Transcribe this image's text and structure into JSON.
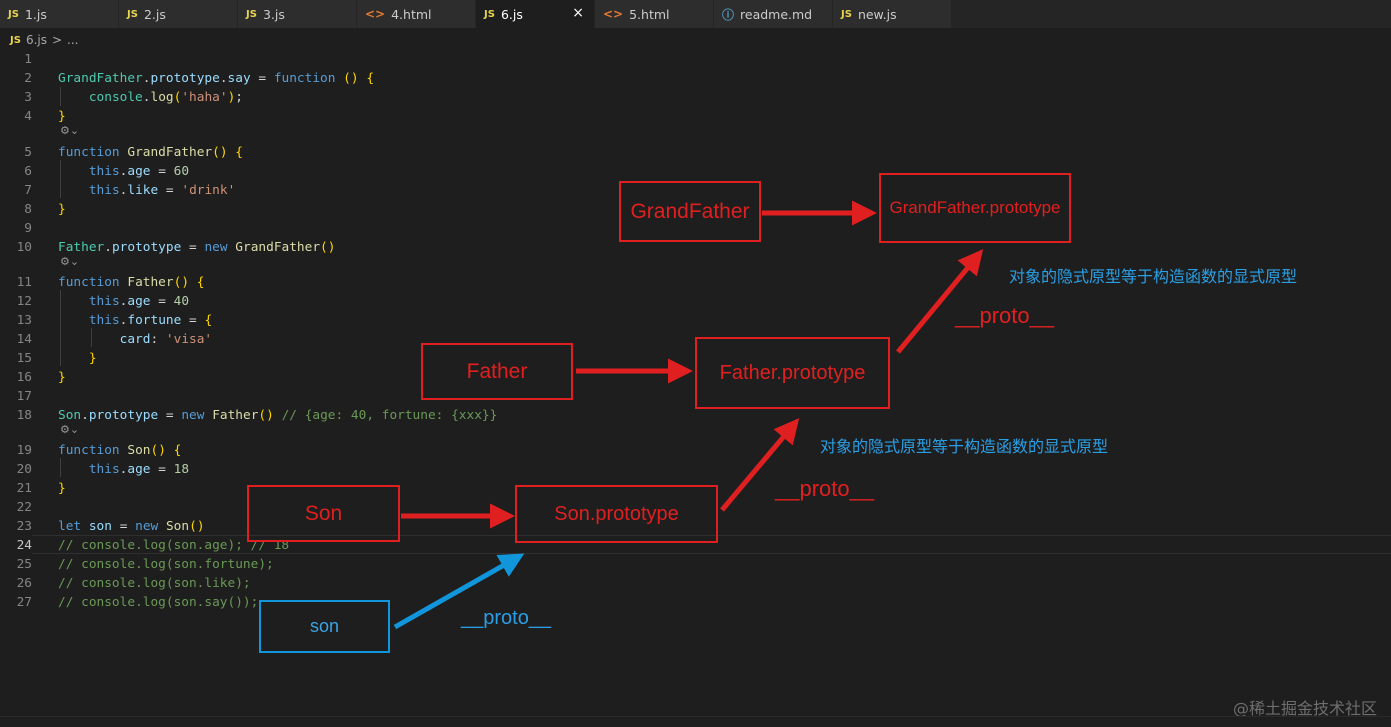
{
  "tabs": [
    {
      "label": "1.js",
      "type": "JS"
    },
    {
      "label": "2.js",
      "type": "JS"
    },
    {
      "label": "3.js",
      "type": "JS"
    },
    {
      "label": "4.html",
      "type": "<>"
    },
    {
      "label": "6.js",
      "type": "JS"
    },
    {
      "label": "5.html",
      "type": "<>"
    },
    {
      "label": "readme.md",
      "type": "ⓘ"
    },
    {
      "label": "new.js",
      "type": "JS"
    }
  ],
  "active_tab": "6.js",
  "close_icon": "×",
  "breadcrumb": {
    "file_type": "JS",
    "file": "6.js",
    "sep": ">",
    "more": "..."
  },
  "editor": {
    "current_line": "24",
    "lens_label": "⚙⌄",
    "lines": [
      {
        "n": "1",
        "t": ""
      },
      {
        "n": "2",
        "t": "GrandFather.prototype.say = function () {"
      },
      {
        "n": "3",
        "t": "    console.log('haha');"
      },
      {
        "n": "4",
        "t": "}"
      },
      {
        "n": "5",
        "t": "function GrandFather() {"
      },
      {
        "n": "6",
        "t": "    this.age = 60"
      },
      {
        "n": "7",
        "t": "    this.like = 'drink'"
      },
      {
        "n": "8",
        "t": "}"
      },
      {
        "n": "9",
        "t": ""
      },
      {
        "n": "10",
        "t": "Father.prototype = new GrandFather()"
      },
      {
        "n": "11",
        "t": "function Father() {"
      },
      {
        "n": "12",
        "t": "    this.age = 40"
      },
      {
        "n": "13",
        "t": "    this.fortune = {"
      },
      {
        "n": "14",
        "t": "        card: 'visa'"
      },
      {
        "n": "15",
        "t": "    }"
      },
      {
        "n": "16",
        "t": "}"
      },
      {
        "n": "17",
        "t": ""
      },
      {
        "n": "18",
        "t": "Son.prototype = new Father() // {age: 40, fortune: {xxx}}"
      },
      {
        "n": "19",
        "t": "function Son() {"
      },
      {
        "n": "20",
        "t": "    this.age = 18"
      },
      {
        "n": "21",
        "t": "}"
      },
      {
        "n": "22",
        "t": ""
      },
      {
        "n": "23",
        "t": "let son = new Son()"
      },
      {
        "n": "24",
        "t": "// console.log(son.age); // 18"
      },
      {
        "n": "25",
        "t": "// console.log(son.fortune);"
      },
      {
        "n": "26",
        "t": "// console.log(son.like);"
      },
      {
        "n": "27",
        "t": "// console.log(son.say());"
      }
    ]
  },
  "diagram": {
    "grandfather": "GrandFather",
    "grandfather_prototype": "GrandFather.prototype",
    "father": "Father",
    "father_prototype": "Father.prototype",
    "son_ctor": "Son",
    "son_prototype": "Son.prototype",
    "son_instance": "son",
    "proto_label": "__proto__",
    "note": "对象的隐式原型等于构造函数的显式原型",
    "colors": {
      "red": "#e02020",
      "blue": "#1296db"
    }
  },
  "watermark": "@稀土掘金技术社区"
}
